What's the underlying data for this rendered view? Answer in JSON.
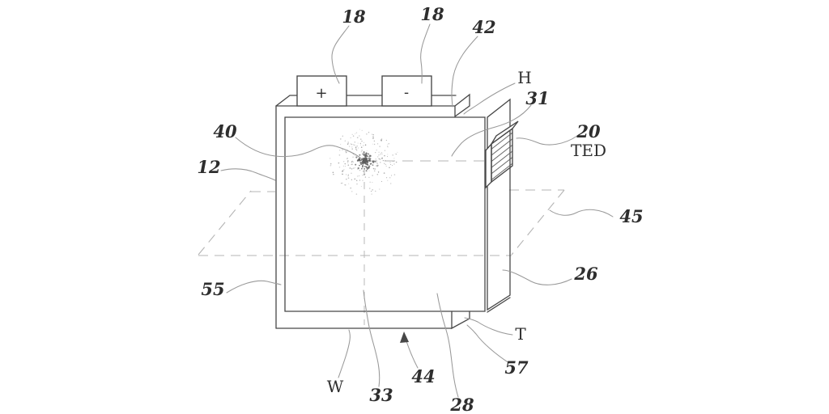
{
  "figure_labels": {
    "ref_18_left": "18",
    "ref_18_right": "18",
    "ref_42": "42",
    "ref_h": "H",
    "ref_31": "31",
    "ref_20": "20",
    "ref_ted": "TED",
    "ref_45": "45",
    "ref_26": "26",
    "ref_t": "T",
    "ref_57": "57",
    "ref_28": "28",
    "ref_44": "44",
    "ref_33": "33",
    "ref_w": "W",
    "ref_55": "55",
    "ref_12": "12",
    "ref_40": "40"
  },
  "terminals": {
    "positive": "+",
    "negative": "-"
  },
  "colors": {
    "ink": "#474747",
    "leader_line": "#999999",
    "dashed_line": "#b4b4b4",
    "background": "#ffffff"
  }
}
